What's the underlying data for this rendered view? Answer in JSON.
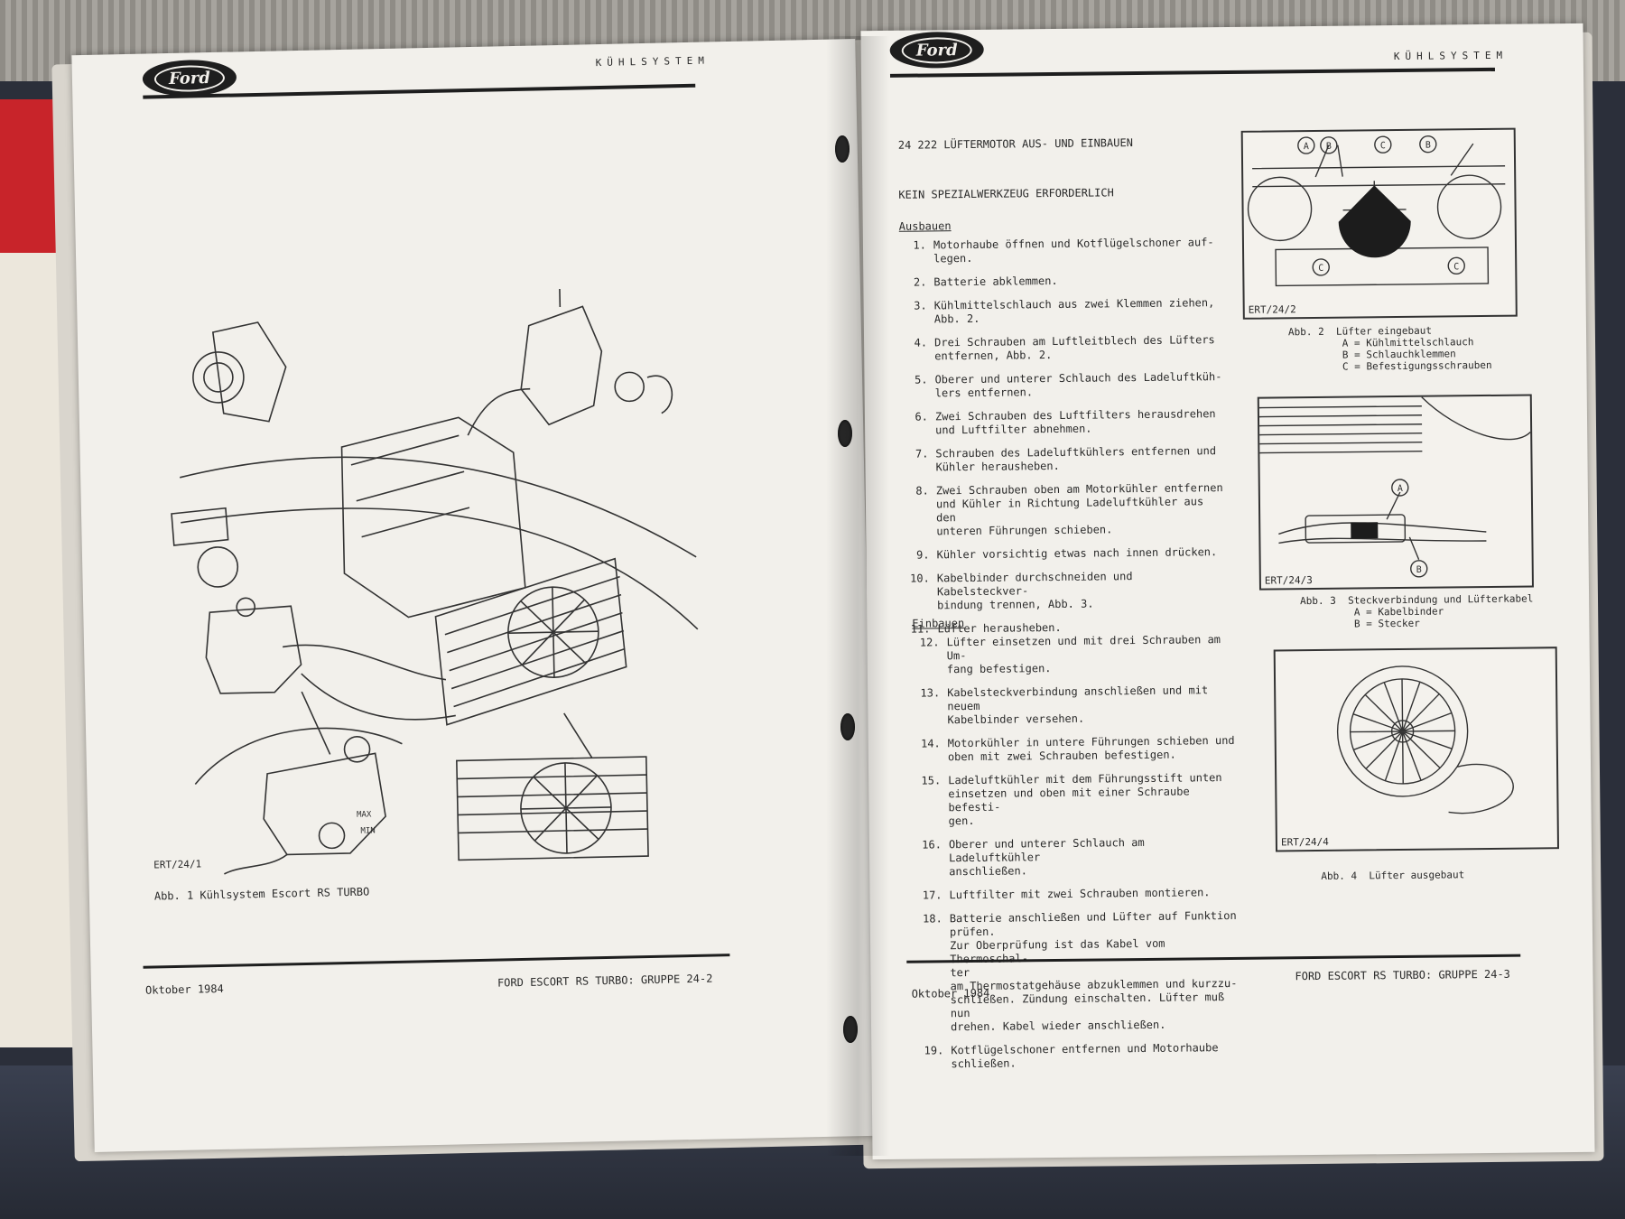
{
  "brand": "Ford",
  "left_page": {
    "section": "KÜHLSYSTEM",
    "figure_code": "ERT/24/1",
    "figure_caption": "Abb. 1  Kühlsystem Escort RS TURBO",
    "tank_max": "MAX",
    "tank_min": "MIN",
    "footer_date": "Oktober 1984",
    "footer_ref": "FORD ESCORT RS TURBO:  GRUPPE 24-2"
  },
  "right_page": {
    "section": "KÜHLSYSTEM",
    "title": "24 222  LÜFTERMOTOR AUS- UND EINBAUEN",
    "subtitle": "KEIN SPEZIALWERKZEUG ERFORDERLICH",
    "removal_heading": "Ausbauen",
    "removal_steps": [
      {
        "num": "1.",
        "text": "Motorhaube öffnen und Kotflügelschoner auf-\nlegen."
      },
      {
        "num": "2.",
        "text": "Batterie abklemmen."
      },
      {
        "num": "3.",
        "text": "Kühlmittelschlauch aus zwei Klemmen ziehen,\nAbb. 2."
      },
      {
        "num": "4.",
        "text": "Drei Schrauben am Luftleitblech des Lüfters\nentfernen, Abb. 2."
      },
      {
        "num": "5.",
        "text": "Oberer und unterer Schlauch des Ladeluftküh-\nlers entfernen."
      },
      {
        "num": "6.",
        "text": "Zwei Schrauben des Luftfilters herausdrehen\nund Luftfilter abnehmen."
      },
      {
        "num": "7.",
        "text": "Schrauben des Ladeluftkühlers entfernen und\nKühler herausheben."
      },
      {
        "num": "8.",
        "text": "Zwei Schrauben oben am Motorkühler entfernen\nund Kühler in Richtung Ladeluftkühler aus den\nunteren Führungen schieben."
      },
      {
        "num": "9.",
        "text": "Kühler vorsichtig etwas nach innen drücken."
      },
      {
        "num": "10.",
        "text": "Kabelbinder durchschneiden und Kabelsteckver-\nbindung trennen, Abb. 3."
      },
      {
        "num": "11.",
        "text": "Lüfter herausheben."
      }
    ],
    "install_heading": "Einbauen",
    "install_steps": [
      {
        "num": "12.",
        "text": "Lüfter einsetzen und mit drei Schrauben am Um-\nfang befestigen."
      },
      {
        "num": "13.",
        "text": "Kabelsteckverbindung anschließen und mit neuem\nKabelbinder versehen."
      },
      {
        "num": "14.",
        "text": "Motorkühler in untere Führungen schieben und\noben mit zwei Schrauben befestigen."
      },
      {
        "num": "15.",
        "text": "Ladeluftkühler mit dem Führungsstift unten\neinsetzen und oben mit einer Schraube befesti-\ngen."
      },
      {
        "num": "16.",
        "text": "Oberer und unterer Schlauch am Ladeluftkühler\nanschließen."
      },
      {
        "num": "17.",
        "text": "Luftfilter mit zwei Schrauben montieren."
      },
      {
        "num": "18.",
        "text": "Batterie anschließen und Lüfter auf Funktion\nprüfen.\nZur Oberprüfung ist das Kabel vom Thermoschal-\nter\nam Thermostatgehäuse abzuklemmen und kurzzu-\nschließen. Zündung einschalten. Lüfter muß nun\ndrehen. Kabel wieder anschließen."
      },
      {
        "num": "19.",
        "text": "Kotflügelschoner entfernen und Motorhaube\nschließen."
      }
    ],
    "fig2_code": "ERT/24/2",
    "fig2_caption": "Abb. 2  Lüfter eingebaut\n         A = Kühlmittelschlauch\n         B = Schlauchklemmen\n         C = Befestigungsschrauben",
    "fig3_code": "ERT/24/3",
    "fig3_caption": "Abb. 3  Steckverbindung und Lüfterkabel\n         A = Kabelbinder\n         B = Stecker",
    "fig4_code": "ERT/24/4",
    "fig4_caption": "Abb. 4  Lüfter ausgebaut",
    "labels": {
      "a": "A",
      "b": "B",
      "c": "C"
    },
    "footer_date": "Oktober 1984",
    "footer_ref": "FORD ESCORT RS TURBO:  GRUPPE 24-3"
  }
}
